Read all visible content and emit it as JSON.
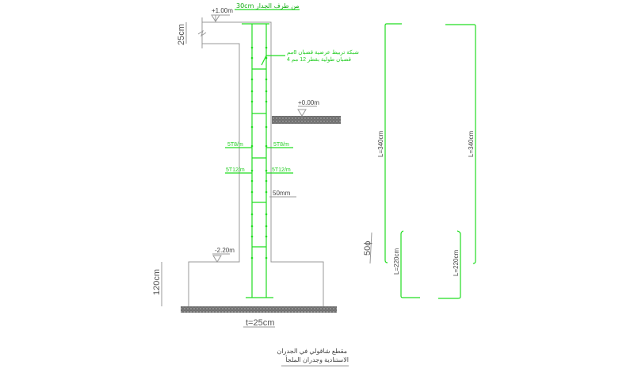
{
  "labels": {
    "top_level": "+1.00m",
    "top_note": "30cm من طرف الجدار",
    "slab_thickness": "25cm",
    "bar_note_1": "شبكة تربيط عرضية قضبان 8مم",
    "bar_note_2": "4 قضبان طولية بقطر 12 مم",
    "ground_level": "+0.00m",
    "dist_bar_left": "5T8/m",
    "dist_bar_right": "5T8/m",
    "main_bar_left": "5T12/m",
    "main_bar_right": "5T12/m",
    "cover": "50mm",
    "footing_level": "-2.20m",
    "footing_depth": "120cm",
    "wall_thickness": "t=25cm",
    "title_line_1": "مقطع شاقولي في الجدران",
    "title_line_2": "الاستنادية وجدران الملجأ",
    "bar_long_left": "L=340cm",
    "bar_long_right": "L=340cm",
    "bar_short_left": "L=220cm",
    "bar_short_right": "L=220cm",
    "lap": "50ϕ"
  },
  "colors": {
    "rebar": "#22dd22",
    "concrete": "#999999",
    "hatch": "#777777"
  }
}
